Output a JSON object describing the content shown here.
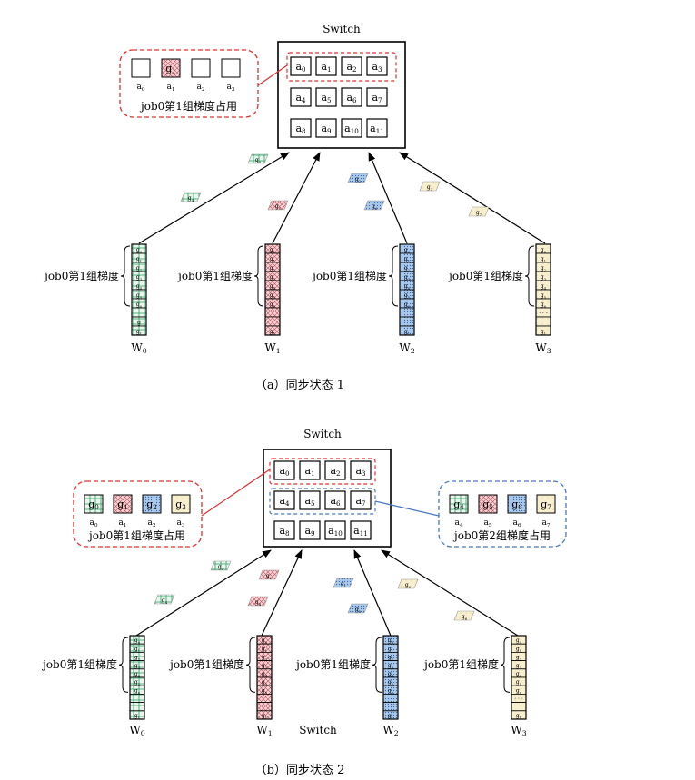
{
  "colors": {
    "green": "#e8f6ee",
    "green_line": "#2e9e60",
    "red": "#f3d3d6",
    "red_line": "#c0505a",
    "blue": "#a9c8ea",
    "blue_line": "#3868b0",
    "cream": "#f8efcf",
    "cream_line": "#a88f4a",
    "dash_red": "#e03030",
    "dash_blue": "#4a78c0"
  },
  "panel_a": {
    "switch_title": "Switch",
    "aggregators": [
      "a0",
      "a1",
      "a2",
      "a3",
      "a4",
      "a5",
      "a6",
      "a7",
      "a8",
      "a9",
      "a10",
      "a11"
    ],
    "callout": {
      "cells": [
        {
          "name": "a0",
          "fill": "none",
          "label": ""
        },
        {
          "name": "a1",
          "fill": "red",
          "label": "g1"
        },
        {
          "name": "a2",
          "fill": "none",
          "label": ""
        },
        {
          "name": "a3",
          "fill": "none",
          "label": ""
        }
      ],
      "caption": "job0第1组梯度占用"
    },
    "workers": [
      {
        "name": "W0",
        "label": "job0第1组梯度",
        "fill": "green",
        "cells": [
          "g0",
          "g1",
          "g2",
          "g3",
          "g4",
          "g5",
          "g6",
          "",
          "g",
          "g1"
        ]
      },
      {
        "name": "W1",
        "label": "job0第1组梯度",
        "fill": "red",
        "cells": [
          "g0",
          "g1",
          "g2",
          "g3",
          "g4",
          "g5",
          "g6",
          "",
          "",
          "g1"
        ]
      },
      {
        "name": "W2",
        "label": "job0第1组梯度",
        "fill": "blue",
        "cells": [
          "g0",
          "g1",
          "g2",
          "g3",
          "g4",
          "g5",
          "g6",
          "",
          "",
          "g1"
        ]
      },
      {
        "name": "W3",
        "label": "job0第1组梯度",
        "fill": "cream",
        "cells": [
          "g0",
          "g1",
          "g2",
          "g3",
          "g4",
          "g5",
          "g6",
          "· · ·",
          "",
          "g1"
        ]
      }
    ],
    "packets": [
      {
        "label": "g0",
        "fill": "green"
      },
      {
        "label": "g4",
        "fill": "green"
      },
      {
        "label": "g0",
        "fill": "red"
      },
      {
        "label": "g2",
        "fill": "blue"
      },
      {
        "label": "g6",
        "fill": "blue"
      },
      {
        "label": "g3",
        "fill": "cream"
      },
      {
        "label": "g7",
        "fill": "cream"
      }
    ],
    "caption": "（a）同步状态 1"
  },
  "panel_b": {
    "switch_title": "Switch",
    "aggregators": [
      "a0",
      "a1",
      "a2",
      "a3",
      "a4",
      "a5",
      "a6",
      "a7",
      "a8",
      "a9",
      "a10",
      "a11"
    ],
    "callout_left": {
      "cells": [
        {
          "name": "a0",
          "fill": "green",
          "label": "g0"
        },
        {
          "name": "a1",
          "fill": "red",
          "label": "g1"
        },
        {
          "name": "a2",
          "fill": "blue",
          "label": "g2"
        },
        {
          "name": "a3",
          "fill": "cream",
          "label": "g3"
        }
      ],
      "caption": "job0第1组梯度占用"
    },
    "callout_right": {
      "cells": [
        {
          "name": "a4",
          "fill": "green",
          "label": "g4"
        },
        {
          "name": "a5",
          "fill": "red",
          "label": "g5"
        },
        {
          "name": "a6",
          "fill": "blue",
          "label": "g6"
        },
        {
          "name": "a7",
          "fill": "cream",
          "label": "g7"
        }
      ],
      "caption": "job0第2组梯度占用"
    },
    "workers": [
      {
        "name": "W0",
        "label": "job0第1组梯度",
        "fill": "green",
        "cells": [
          "g0",
          "g1",
          "g2",
          "g3",
          "g4",
          "g5",
          "g6",
          "",
          "",
          "g1"
        ]
      },
      {
        "name": "W1",
        "label": "job0第1组梯度",
        "fill": "red",
        "cells": [
          "g0",
          "g1",
          "g2",
          "g3",
          "g4",
          "g5",
          "g6",
          "",
          "",
          "g1"
        ]
      },
      {
        "name": "W2",
        "label": "job0第1组梯度",
        "fill": "blue",
        "cells": [
          "g0",
          "g1",
          "g2",
          "g3",
          "g4",
          "g5",
          "g6",
          "",
          "",
          "g1"
        ]
      },
      {
        "name": "W3",
        "label": "job0第1组梯度",
        "fill": "cream",
        "cells": [
          "g0",
          "g1",
          "g2",
          "g3",
          "g4",
          "g5",
          "g6",
          "· · ·",
          "",
          "g1"
        ]
      }
    ],
    "packets": [
      {
        "label": "g0",
        "fill": "green"
      },
      {
        "label": "g4",
        "fill": "green"
      },
      {
        "label": "g0",
        "fill": "red"
      },
      {
        "label": "g4",
        "fill": "red"
      },
      {
        "label": "g1",
        "fill": "blue"
      },
      {
        "label": "g5",
        "fill": "blue"
      },
      {
        "label": "g2",
        "fill": "cream"
      },
      {
        "label": "g6",
        "fill": "cream"
      }
    ],
    "stray_label": "Switch",
    "caption": "（b）同步状态 2"
  }
}
